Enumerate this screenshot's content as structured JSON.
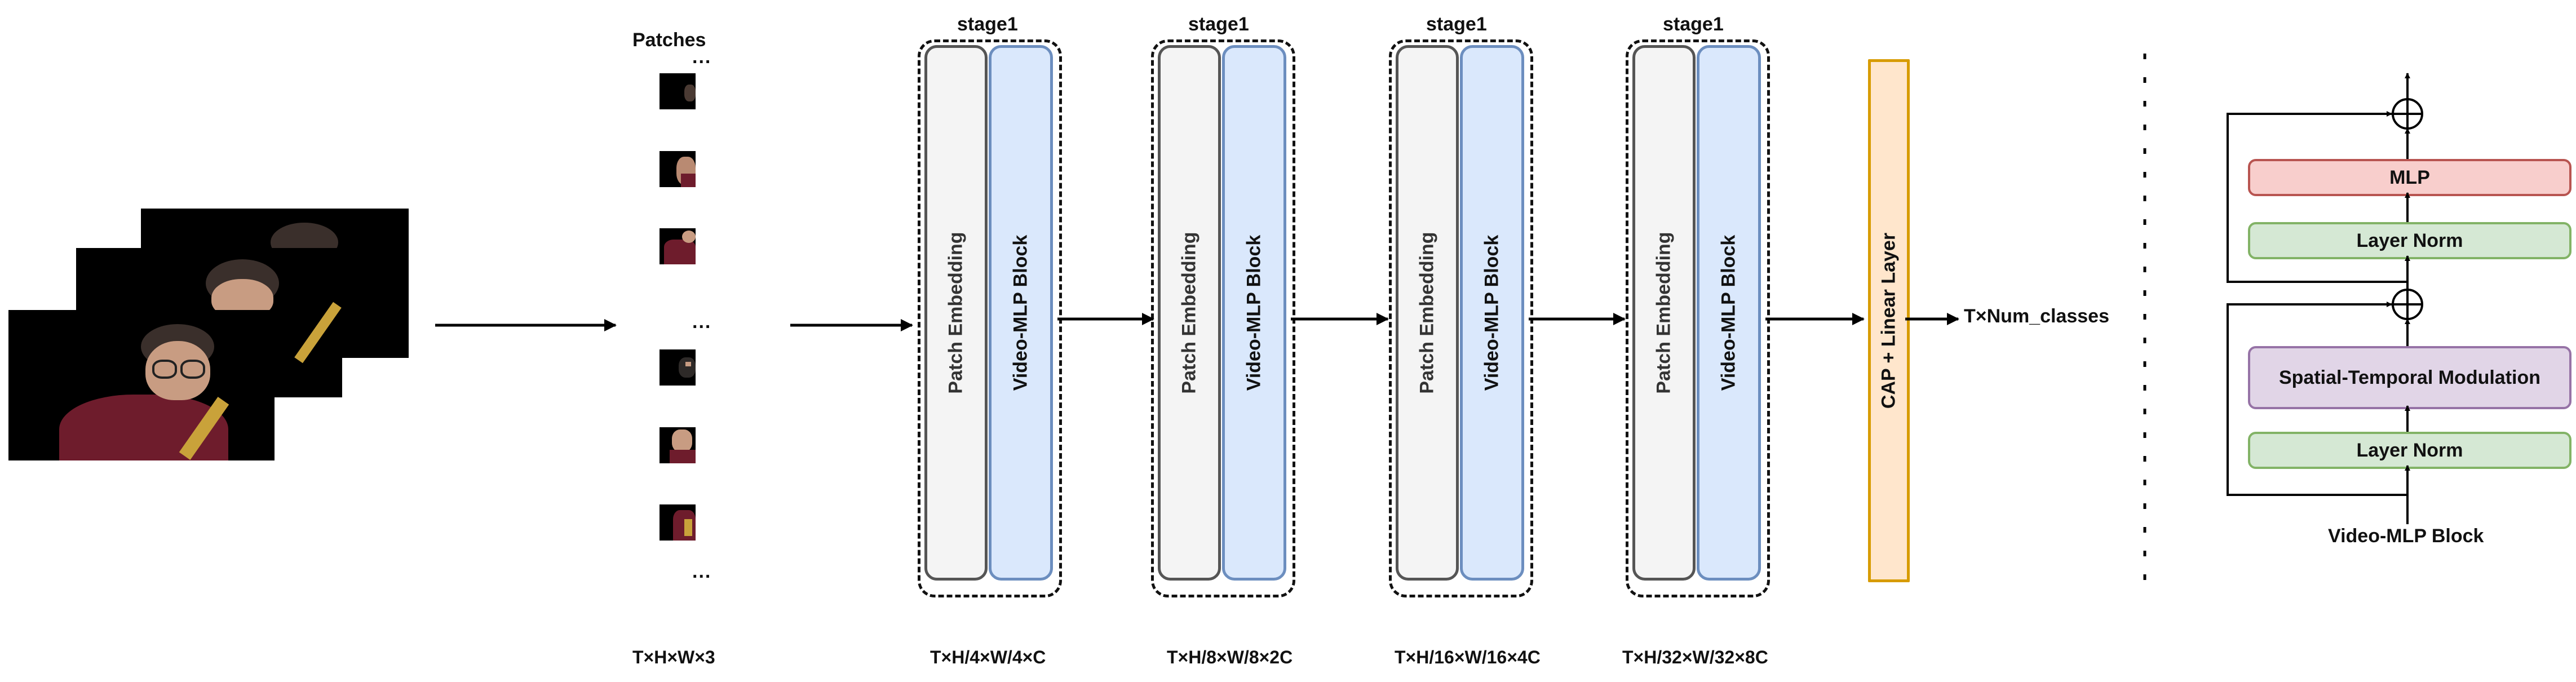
{
  "input": {
    "patches_label": "Patches",
    "dims": "T×H×W×3",
    "ellipsis": "..."
  },
  "stages": [
    {
      "title": "stage1",
      "embed_label": "Patch Embedding",
      "block_label": "Video-MLP Block",
      "dims": "T×H/4×W/4×C"
    },
    {
      "title": "stage1",
      "embed_label": "Patch Embedding",
      "block_label": "Video-MLP Block",
      "dims": "T×H/8×W/8×2C"
    },
    {
      "title": "stage1",
      "embed_label": "Patch Embedding",
      "block_label": "Video-MLP Block",
      "dims": "T×H/16×W/16×4C"
    },
    {
      "title": "stage1",
      "embed_label": "Patch Embedding",
      "block_label": "Video-MLP Block",
      "dims": "T×H/32×W/32×8C"
    }
  ],
  "head": {
    "cap_label": "CAP + Linear Layer",
    "output_label": "T×Num_classes"
  },
  "block_detail": {
    "mlp_label": "MLP",
    "norm_top_label": "Layer Norm",
    "stm_label": "Spatial-Temporal Modulation",
    "norm_bottom_label": "Layer Norm",
    "input_label": "Video-MLP Block"
  },
  "colors": {
    "gray_fill": "#f4f4f4",
    "blue_fill": "#dae8fc",
    "orange_fill": "#ffe6cc",
    "red_fill": "#f8cecc",
    "green_fill": "#d5e8d4",
    "purple_fill": "#e1d5e7"
  }
}
